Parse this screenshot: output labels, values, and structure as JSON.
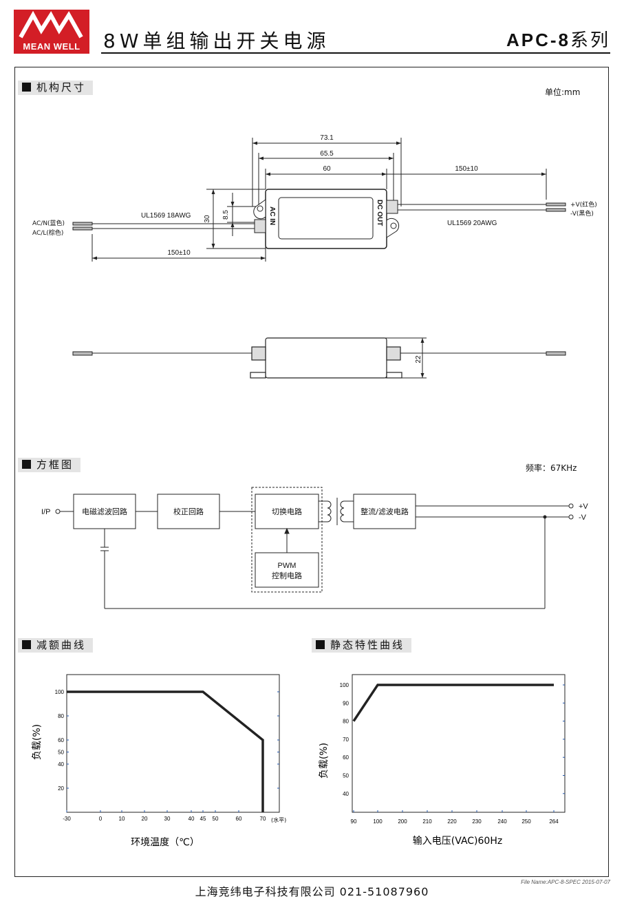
{
  "header": {
    "logo_text": "MEAN WELL",
    "title": "8W单组输出开关电源",
    "series_model": "APC-8",
    "series_suffix": "系列"
  },
  "mechanical": {
    "section_title": "机构尺寸",
    "unit_note": "单位:mm",
    "dims": {
      "d73": "73.1",
      "d65": "65.5",
      "d60": "60",
      "d150_out": "150±10",
      "d150_in": "150±10",
      "d30": "30",
      "d8": "8.5",
      "d22": "22"
    },
    "labels": {
      "in_cable": "UL1569  18AWG",
      "out_cable": "UL1569  20AWG",
      "ac_n": "AC/N(蓝色)",
      "ac_l": "AC/L(棕色)",
      "v_pos": "+V(红色)",
      "v_neg": "-V(黑色)",
      "ac_in": "AC IN",
      "dc_out": "DC OUT"
    }
  },
  "block": {
    "section_title": "方框图",
    "freq_note": "频率：67KHz",
    "ip": "I/P",
    "emi": "电磁滤波回路",
    "rect": "校正回路",
    "switch": "切换电路",
    "pwm1": "PWM",
    "pwm2": "控制电路",
    "out_rect": "整流/滤波电路",
    "plus_v": "+V",
    "minus_v": "-V"
  },
  "derating": {
    "section_title": "减额曲线",
    "ylabel": "负载(%)",
    "xlabel": "环境温度（℃）",
    "x_unit": "(水平)",
    "y_ticks": [
      "100",
      "80",
      "60",
      "50",
      "40",
      "20"
    ],
    "x_ticks": [
      "-30",
      "0",
      "10",
      "20",
      "30",
      "40",
      "45",
      "50",
      "60",
      "70"
    ]
  },
  "static": {
    "section_title": "静态特性曲线",
    "ylabel": "负载(%)",
    "xlabel": "输入电压(VAC)60Hz",
    "y_ticks": [
      "100",
      "90",
      "80",
      "70",
      "60",
      "50",
      "40"
    ],
    "x_ticks": [
      "90",
      "100",
      "200",
      "210",
      "220",
      "230",
      "240",
      "250",
      "264"
    ]
  },
  "chart_data": [
    {
      "type": "line",
      "x": [
        -30,
        45,
        70,
        70
      ],
      "y": [
        100,
        100,
        60,
        0
      ],
      "xlabel": "环境温度（℃）",
      "ylabel": "负载(%)",
      "x_ticks": [
        -30,
        0,
        10,
        20,
        30,
        40,
        45,
        50,
        60,
        70
      ],
      "y_ticks": [
        20,
        40,
        50,
        60,
        80,
        100
      ],
      "grid": false
    },
    {
      "type": "line",
      "x": [
        90,
        100,
        264
      ],
      "y": [
        80,
        100,
        100
      ],
      "xlabel": "输入电压(VAC)60Hz",
      "ylabel": "负载(%)",
      "x_ticks": [
        90,
        100,
        200,
        210,
        220,
        230,
        240,
        250,
        264
      ],
      "y_ticks": [
        40,
        50,
        60,
        70,
        80,
        90,
        100
      ],
      "grid": false
    }
  ],
  "footer": {
    "company": "上海竞纬电子科技有限公司  021-51087960",
    "file_name": "File Name:APC-8-SPEC   2015-07-07"
  }
}
